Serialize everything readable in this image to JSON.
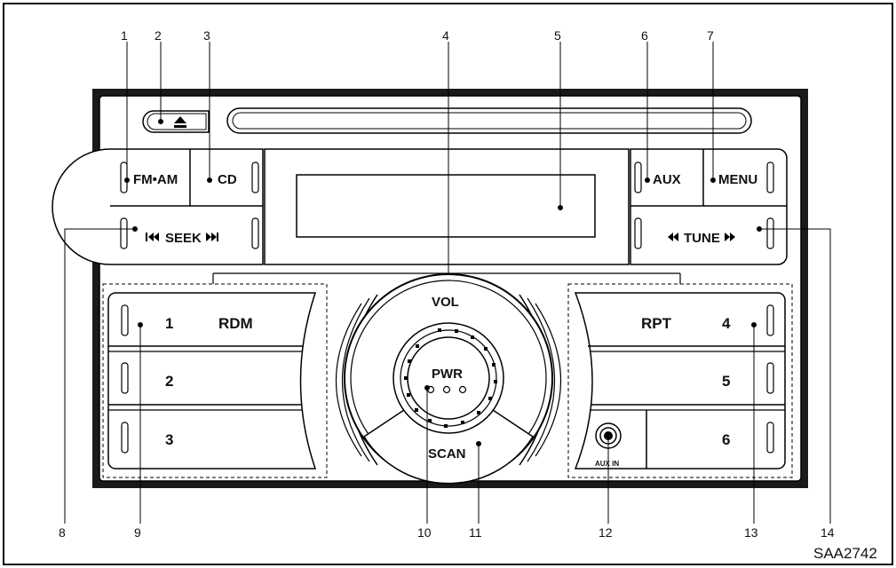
{
  "buttons": {
    "fm_am": "FM•AM",
    "cd": "CD",
    "aux": "AUX",
    "menu": "MENU",
    "seek": "SEEK",
    "tune": "TUNE",
    "preset_1": "1",
    "preset_2": "2",
    "preset_3": "3",
    "preset_4": "4",
    "preset_5": "5",
    "preset_6": "6",
    "rdm": "RDM",
    "rpt": "RPT",
    "vol": "VOL",
    "pwr": "PWR",
    "scan": "SCAN",
    "aux_in": "AUX IN"
  },
  "callouts": [
    "1",
    "2",
    "3",
    "4",
    "5",
    "6",
    "7",
    "8",
    "9",
    "10",
    "11",
    "12",
    "13",
    "14"
  ],
  "figure_code": "SAA2742",
  "icons": {
    "eject": "eject-icon",
    "seek_back": "skip-back-icon",
    "seek_fwd": "skip-forward-icon",
    "tune_back": "rewind-icon",
    "tune_fwd": "fast-forward-icon"
  },
  "colors": {
    "line": "#000000",
    "background": "#ffffff"
  }
}
